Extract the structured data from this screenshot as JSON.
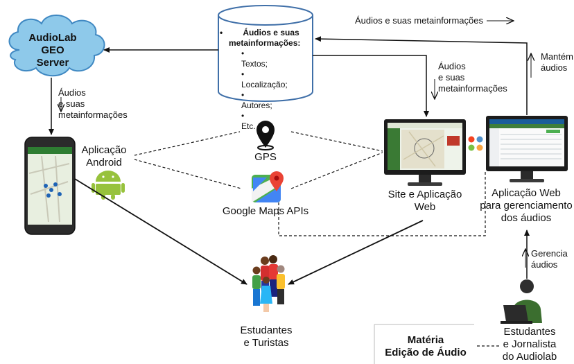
{
  "nodes": {
    "server": {
      "lines": [
        "AudioLab",
        "GEO",
        "Server"
      ]
    },
    "database": {
      "heading": [
        "Áudios e suas",
        "metainformações:"
      ],
      "items": [
        "Textos;",
        "Localização;",
        "Autores;",
        "Etc."
      ]
    },
    "android_app": {
      "lines": [
        "Aplicação",
        "Android"
      ]
    },
    "gps": {
      "label": "GPS"
    },
    "google_maps": {
      "label": "Google Maps APIs"
    },
    "website": {
      "lines": [
        "Site e Aplicação",
        "Web"
      ]
    },
    "admin_app": {
      "lines": [
        "Aplicação Web",
        "para gerenciamento",
        "dos áudios"
      ]
    },
    "users": {
      "lines": [
        "Estudantes",
        "e Turistas"
      ]
    },
    "staff": {
      "lines": [
        "Estudantes",
        "e Jornalista",
        "do Audiolab"
      ]
    },
    "legend": {
      "lines": [
        "Matéria",
        "Edição de Áudio"
      ]
    }
  },
  "edges": {
    "server_to_android": [
      "Áudios",
      "e suas",
      "metainformações"
    ],
    "db_to_site": [
      "Áudios",
      "e suas",
      "metainformações"
    ],
    "top_flow": "Áudios e suas metainformações",
    "admin_to_db": [
      "Mantém",
      "áudios"
    ],
    "staff_to_admin": [
      "Gerencia",
      "áudios"
    ]
  },
  "colors": {
    "cloud_fill": "#8ec9ea",
    "cloud_stroke": "#3f88c2",
    "db_stroke": "#3f6fa8",
    "android_green": "#97c23c",
    "line": "#111111"
  }
}
